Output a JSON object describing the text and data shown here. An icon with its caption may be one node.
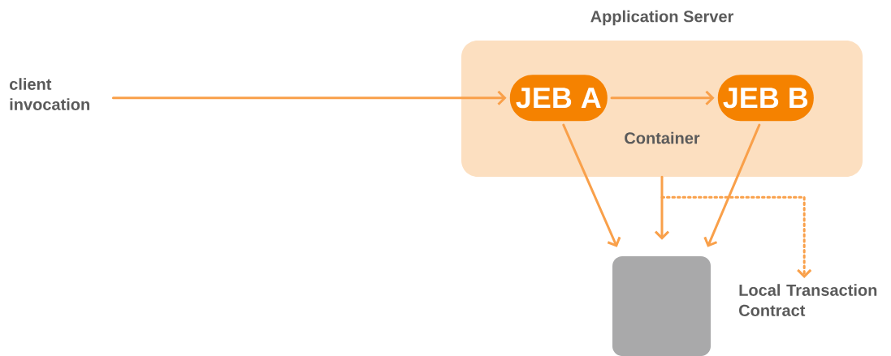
{
  "diagram": {
    "nodes": [
      {
        "text": [
          "Application Server",
          "Container"
        ]
      },
      {
        "text": [
          "JEB A"
        ],
        "in": 0
      },
      {
        "text": [
          "JEB B"
        ],
        "in": 0
      },
      {
        "text": [],
        "shape": "box"
      },
      {
        "text": [
          "client invocation"
        ]
      },
      {
        "text": [
          "Local Transaction Contract"
        ]
      }
    ],
    "edges": [
      {
        "from": 4,
        "to": 1,
        "arrow": "to"
      },
      {
        "from": 1,
        "to": 2,
        "arrow": "to"
      },
      {
        "from": 1,
        "to": 3,
        "arrow": "to"
      },
      {
        "from": 0,
        "to": 3,
        "arrow": "to"
      },
      {
        "from": 2,
        "to": 3,
        "arrow": "to"
      },
      {
        "from": 0,
        "to": 5,
        "arrow": "to",
        "style": "dashed"
      }
    ]
  }
}
